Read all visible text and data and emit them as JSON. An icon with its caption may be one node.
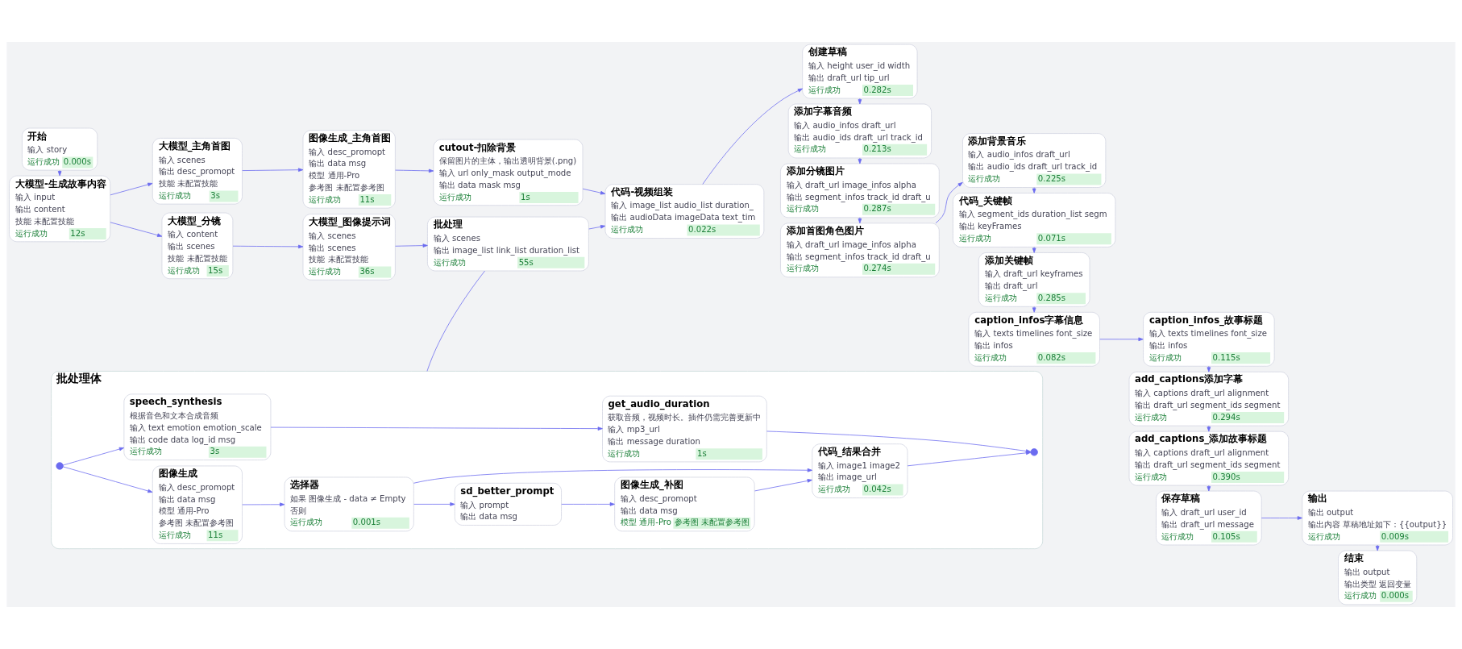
{
  "diagram": {
    "nodes": [
      {
        "text": [
          "开始",
          "输入 story",
          "运行成功",
          "0.000s"
        ]
      },
      {
        "text": [
          "大模型-生成故事内容",
          "输入 input",
          "输出 content",
          "技能 未配置技能",
          "运行成功",
          "12s"
        ]
      },
      {
        "text": [
          "大模型_主角首图",
          "输入 scenes",
          "输出 desc_promopt",
          "技能 未配置技能",
          "运行成功",
          "3s"
        ]
      },
      {
        "text": [
          "大模型_分镜",
          "输入 content",
          "输出 scenes",
          "技能 未配置技能",
          "运行成功",
          "15s"
        ]
      },
      {
        "text": [
          "图像生成_主角首图",
          "输入 desc_promopt",
          "输出 data msg",
          "模型 通用-Pro",
          "参考图 未配置参考图",
          "运行成功",
          "11s"
        ]
      },
      {
        "text": [
          "大模型_图像提示词",
          "输入 scenes",
          "输出 scenes",
          "技能 未配置技能",
          "运行成功",
          "36s"
        ]
      },
      {
        "text": [
          "cutout-扣除背景",
          "保留图片的主体，输出透明背景(.png)",
          "输入 url only_mask output_mode",
          "输出 data mask msg",
          "运行成功",
          "1s"
        ]
      },
      {
        "text": [
          "批处理",
          "输入 scenes",
          "输出 image_list link_list duration_list",
          "运行成功",
          "55s"
        ]
      },
      {
        "text": [
          "代码-视频组装",
          "输入 image_list audio_list duration_",
          "输出 audioData imageData text_tim",
          "运行成功",
          "0.022s"
        ]
      },
      {
        "text": [
          "创建草稿",
          "输入 height user_id width",
          "输出 draft_url tip_url",
          "运行成功",
          "0.282s"
        ]
      },
      {
        "text": [
          "添加字幕音频",
          "输入 audio_infos draft_url",
          "输出 audio_ids draft_url track_id",
          "运行成功",
          "0.213s"
        ]
      },
      {
        "text": [
          "添加分镜图片",
          "输入 draft_url image_infos alpha",
          "输出 segment_infos track_id draft_u",
          "运行成功",
          "0.287s"
        ]
      },
      {
        "text": [
          "添加首图角色图片",
          "输入 draft_url image_infos alpha",
          "输出 segment_infos track_id draft_u",
          "运行成功",
          "0.274s"
        ]
      },
      {
        "text": [
          "添加背景音乐",
          "输入 audio_infos draft_url",
          "输出 audio_ids draft_url track_id",
          "运行成功",
          "0.225s"
        ]
      },
      {
        "text": [
          "代码_关键帧",
          "输入 segment_ids duration_list segm",
          "输出 keyFrames",
          "运行成功",
          "0.071s"
        ]
      },
      {
        "text": [
          "添加关键帧",
          "输入 draft_url keyframes",
          "输出 draft_url",
          "运行成功",
          "0.285s"
        ]
      },
      {
        "text": [
          "caption_infos字幕信息",
          "输入 texts timelines font_size",
          "输出 infos",
          "运行成功",
          "0.082s"
        ]
      },
      {
        "text": [
          "caption_infos_故事标题",
          "输入 texts timelines font_size",
          "输出 infos",
          "运行成功",
          "0.115s"
        ]
      },
      {
        "text": [
          "add_captions添加字幕",
          "输入 captions draft_url alignment",
          "输出 draft_url segment_ids segment",
          "运行成功",
          "0.294s"
        ]
      },
      {
        "text": [
          "add_captions_添加故事标题",
          "输入 captions draft_url alignment",
          "输出 draft_url segment_ids segment",
          "运行成功",
          "0.390s"
        ]
      },
      {
        "text": [
          "保存草稿",
          "输入 draft_url user_id",
          "输出 draft_url message",
          "运行成功",
          "0.105s"
        ]
      },
      {
        "text": [
          "输出",
          "输出 output",
          "输出内容 草稿地址如下：{{output}}",
          "运行成功",
          "0.009s"
        ]
      },
      {
        "text": [
          "结束",
          "输出 output",
          "输出类型 返回变量",
          "运行成功",
          "0.000s"
        ]
      },
      {
        "text": [
          "批处理体"
        ]
      },
      {
        "text": [],
        "shape": "circle",
        "in": 23
      },
      {
        "text": [
          "图像生成",
          "输入 desc_promopt",
          "输出 data msg",
          "模型 通用-Pro",
          "参考图 未配置参考图",
          "运行成功",
          "11s"
        ],
        "in": 23
      },
      {
        "text": [
          "speech_synthesis",
          "根据音色和文本合成音频",
          "输入 text emotion emotion_scale",
          "输出 code data log_id msg",
          "运行成功",
          "3s"
        ],
        "in": 23
      },
      {
        "text": [
          "选择器",
          "如果 图像生成 - data ≠ Empty",
          "否则",
          "运行成功",
          "0.001s"
        ],
        "in": 23
      },
      {
        "text": [
          "get_audio_duration",
          "获取音频，视频时长。插件仍需完善更新中",
          "输入 mp3_url",
          "输出 message duration",
          "运行成功",
          "1s"
        ],
        "in": 23
      },
      {
        "text": [
          "sd_better_prompt",
          "输入 prompt",
          "输出 data msg"
        ],
        "in": 23
      },
      {
        "text": [
          "图像生成_补图",
          "输入 desc_promopt",
          "输出 data msg",
          "模型 通用-Pro",
          "参考图 未配置参考图"
        ],
        "in": 23
      },
      {
        "text": [
          "代码_结果合并",
          "输入 image1 image2",
          "输出 image_url",
          "运行成功",
          "0.042s"
        ],
        "in": 23
      },
      {
        "text": [],
        "shape": "circle",
        "in": 23
      }
    ],
    "edges": [
      {
        "from": 0,
        "to": 1,
        "arrow": "to"
      },
      {
        "from": 1,
        "to": 2,
        "arrow": "to"
      },
      {
        "from": 1,
        "to": 3,
        "arrow": "to"
      },
      {
        "from": 2,
        "to": 4,
        "arrow": "to"
      },
      {
        "from": 3,
        "to": 5,
        "arrow": "to"
      },
      {
        "from": 4,
        "to": 6,
        "arrow": "to"
      },
      {
        "from": 5,
        "to": 7,
        "arrow": "to"
      },
      {
        "from": 6,
        "to": 8,
        "arrow": "to"
      },
      {
        "from": 7,
        "to": 8,
        "arrow": "to"
      },
      {
        "from": 8,
        "to": 9,
        "arrow": "to"
      },
      {
        "from": 9,
        "to": 10,
        "arrow": "to"
      },
      {
        "from": 10,
        "to": 11,
        "arrow": "to"
      },
      {
        "from": 11,
        "to": 12,
        "arrow": "to"
      },
      {
        "from": 12,
        "to": 13,
        "arrow": "to"
      },
      {
        "from": 13,
        "to": 14,
        "arrow": "to"
      },
      {
        "from": 14,
        "to": 15,
        "arrow": "to"
      },
      {
        "from": 15,
        "to": 16,
        "arrow": "to"
      },
      {
        "from": 16,
        "to": 17,
        "arrow": "to"
      },
      {
        "from": 17,
        "to": 18,
        "arrow": "to"
      },
      {
        "from": 18,
        "to": 19,
        "arrow": "to"
      },
      {
        "from": 19,
        "to": 20,
        "arrow": "to"
      },
      {
        "from": 20,
        "to": 21,
        "arrow": "to"
      },
      {
        "from": 21,
        "to": 22,
        "arrow": "to"
      },
      {
        "from": 7,
        "to": 23,
        "arrow": "none"
      },
      {
        "from": 24,
        "to": 25,
        "arrow": "to"
      },
      {
        "from": 24,
        "to": 26,
        "arrow": "to"
      },
      {
        "from": 25,
        "to": 27,
        "arrow": "to"
      },
      {
        "from": 27,
        "to": 31,
        "arrow": "to"
      },
      {
        "from": 27,
        "to": 29,
        "arrow": "to"
      },
      {
        "from": 29,
        "to": 30,
        "arrow": "to"
      },
      {
        "from": 30,
        "to": 31,
        "arrow": "to"
      },
      {
        "from": 26,
        "to": 28,
        "arrow": "to"
      },
      {
        "from": 31,
        "to": 32,
        "arrow": "to"
      },
      {
        "from": 28,
        "to": 32,
        "arrow": "to"
      }
    ]
  }
}
